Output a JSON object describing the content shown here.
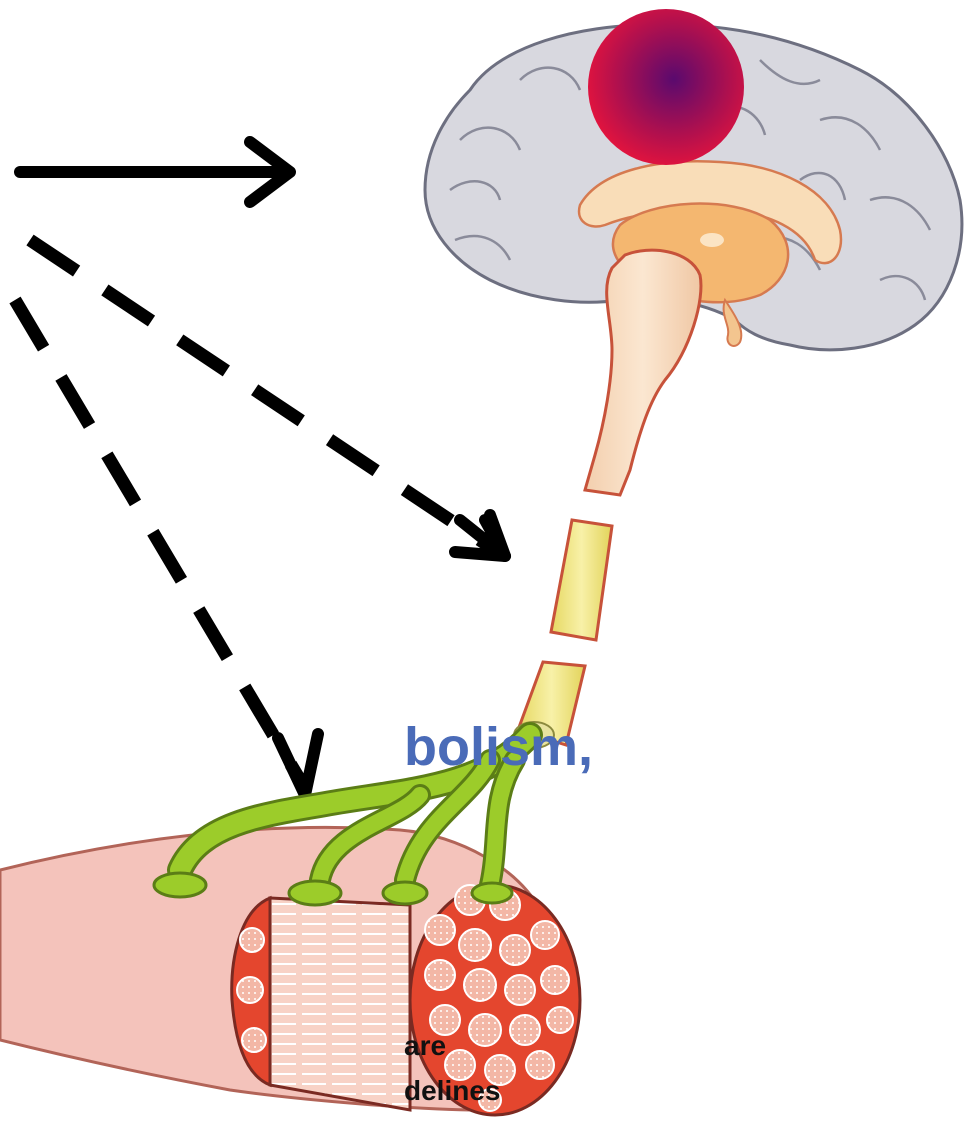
{
  "labels": {
    "metabolism": "bolism,",
    "line1": "are",
    "line2": "delines"
  },
  "colors": {
    "arrow": "#000000",
    "brain": "#d8d8df",
    "brain_outline": "#6d6f80",
    "lesion_center": "#5a0a6e",
    "lesion_edge": "#e8143c",
    "spinal_cord": "#f8dcbd",
    "cord_outline": "#c7523a",
    "highlight_yellow": "#f1e88a",
    "nerve_green": "#9ccc2a",
    "muscle_pink": "#f4c3bb",
    "muscle_red": "#e4462e",
    "text_blue": "#4a6bb8"
  }
}
